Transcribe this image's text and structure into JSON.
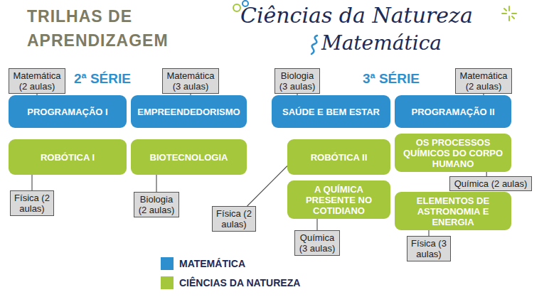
{
  "diagram": {
    "title": "TRILHAS DE APRENDIZAGEM",
    "nodes": [
      {
        "text": [
          "Matemática (2 aulas)"
        ]
      },
      {
        "text": [
          "Matemática (3 aulas)"
        ]
      },
      {
        "text": [
          "Biologia (3 aulas)"
        ]
      },
      {
        "text": [
          "Matemática (2 aulas)"
        ]
      },
      {
        "text": [
          "PROGRAMAÇÃO I"
        ]
      },
      {
        "text": [
          "EMPREENDEDORISMO"
        ]
      },
      {
        "text": [
          "SAÚDE E BEM ESTAR"
        ]
      },
      {
        "text": [
          "PROGRAMAÇÃO II"
        ]
      },
      {
        "text": [
          "ROBÓTICA I"
        ]
      },
      {
        "text": [
          "BIOTECNOLOGIA"
        ]
      },
      {
        "text": [
          "ROBÓTICA II"
        ]
      },
      {
        "text": [
          "OS PROCESSOS QUÍMICOS DO CORPO HUMANO"
        ]
      },
      {
        "text": [
          "A QUÍMICA PRESENTE NO COTIDIANO"
        ]
      },
      {
        "text": [
          "Química (2 aulas)"
        ]
      },
      {
        "text": [
          "ELEMENTOS DE ASTRONOMIA E ENERGIA"
        ]
      },
      {
        "text": [
          "Física (2 aulas)"
        ]
      },
      {
        "text": [
          "Biologia (2 aulas)"
        ]
      },
      {
        "text": [
          "Física (2 aulas)"
        ]
      },
      {
        "text": [
          "Química (3 aulas)"
        ]
      },
      {
        "text": [
          "Física (3 aulas)"
        ]
      }
    ],
    "edges": [
      {
        "from": 0,
        "to": 4,
        "arrow": "none"
      },
      {
        "from": 1,
        "to": 5,
        "arrow": "none"
      },
      {
        "from": 2,
        "to": 6,
        "arrow": "none"
      },
      {
        "from": 3,
        "to": 7,
        "arrow": "none"
      },
      {
        "from": 15,
        "to": 8,
        "arrow": "none"
      },
      {
        "from": 16,
        "to": 9,
        "arrow": "none"
      },
      {
        "from": 17,
        "to": 10,
        "arrow": "none"
      },
      {
        "from": 13,
        "to": 11,
        "arrow": "none"
      },
      {
        "from": 18,
        "to": 12,
        "arrow": "none"
      },
      {
        "from": 19,
        "to": 14,
        "arrow": "none"
      }
    ],
    "labels": [
      "Ciências da Natureza",
      "Matemática",
      "2ª SÉRIE",
      "3ª SÉRIE"
    ],
    "legend": [
      {
        "text": "MATEMÁTICA",
        "color": "#2e8fce"
      },
      {
        "text": "CIÊNCIAS DA NATUREZA",
        "color": "#a5c73c"
      }
    ]
  }
}
